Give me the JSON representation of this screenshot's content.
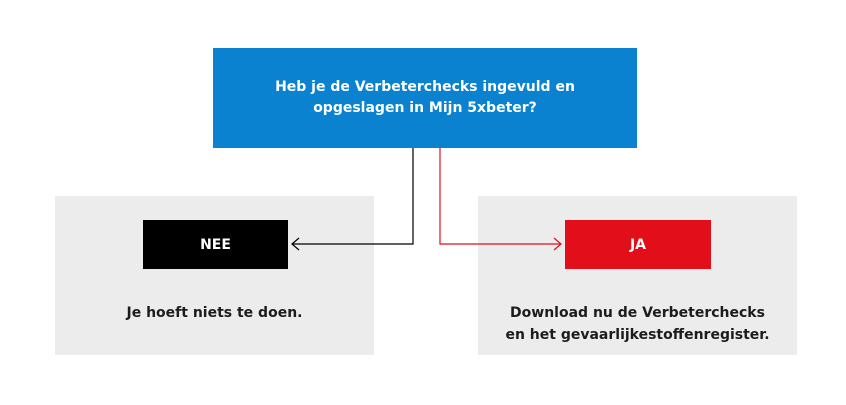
{
  "question": {
    "text": "Heb je de Verbeterchecks ingevuld en opgeslagen in Mijn 5xbeter?"
  },
  "answers": {
    "no": {
      "label": "NEE",
      "result": "Je hoeft niets te doen."
    },
    "yes": {
      "label": "JA",
      "result_line1": "Download nu de Verbeterchecks",
      "result_line2": "en het gevaarlijkestoffenregister."
    }
  },
  "colors": {
    "question_bg": "#0a82cf",
    "no_bg": "#000000",
    "yes_bg": "#e20f1a",
    "panel_bg": "#ececec",
    "no_connector": "#000000",
    "yes_connector": "#e20f1a"
  }
}
